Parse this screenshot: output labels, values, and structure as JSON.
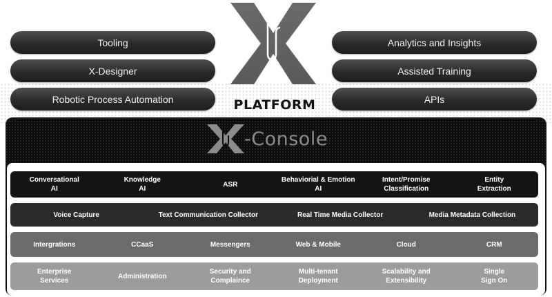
{
  "left_pills": [
    "Tooling",
    "X-Designer",
    "Robotic Process Automation"
  ],
  "right_pills": [
    "Analytics and Insights",
    "Assisted Training",
    "APIs"
  ],
  "brand": {
    "platform_label": "PLATFORM",
    "console_label": "-Console"
  },
  "rows": [
    {
      "name": "ai-services",
      "color": "#141414",
      "items": [
        "Conversational\nAI",
        "Knowledge\nAI",
        "ASR",
        "Behaviorial & Emotion\nAI",
        "Intent/Promise\nClassification",
        "Entity\nExtraction"
      ]
    },
    {
      "name": "collectors",
      "color": "#2b2b2b",
      "items": [
        "Voice Capture",
        "Text Communication Collector",
        "Real Time Media Collector",
        "Media Metadata Collection"
      ]
    },
    {
      "name": "integrations",
      "color": "#6b6b6b",
      "items": [
        "Intergrations",
        "CCaaS",
        "Messengers",
        "Web & Mobile",
        "Cloud",
        "CRM"
      ]
    },
    {
      "name": "enterprise",
      "color": "#9c9c9c",
      "items": [
        "Enterprise\nServices",
        "Administration",
        "Security and\nComplaince",
        "Multi-tenant\nDeployment",
        "Scalability and\nExtensibility",
        "Single\nSign On"
      ]
    }
  ]
}
